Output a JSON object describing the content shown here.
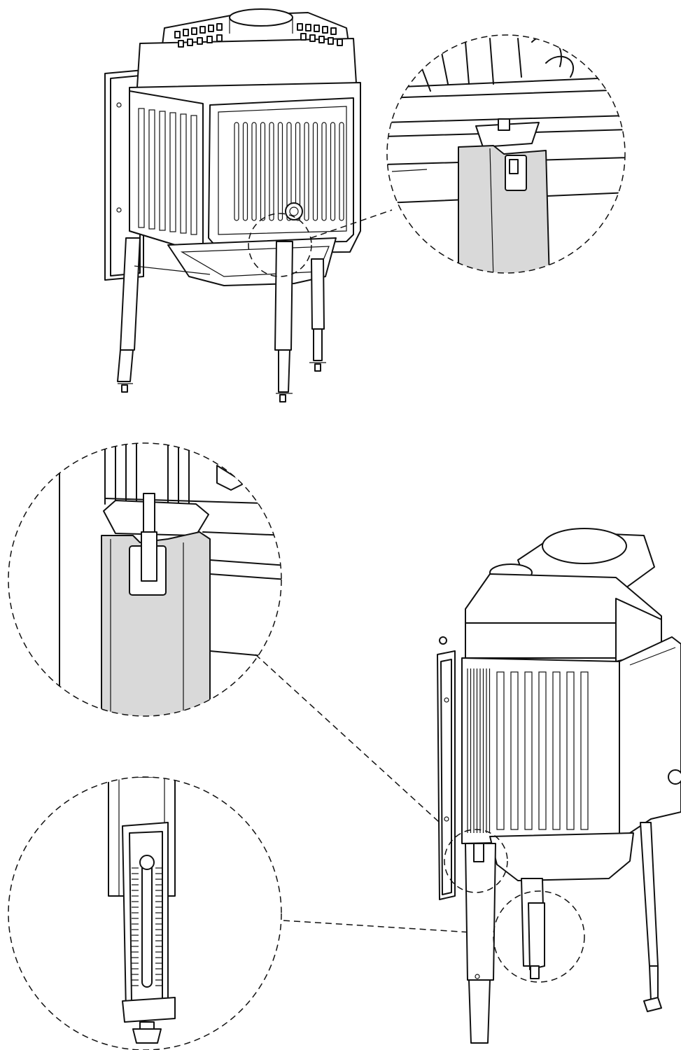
{
  "diagram": {
    "description_free": true,
    "colors": {
      "line": "#111111",
      "leg_highlight": "#d9d9d9",
      "background": "#ffffff"
    },
    "views": [
      {
        "id": "fireplace-front-view",
        "kind": "assembly"
      },
      {
        "id": "detail-top-bracket",
        "kind": "magnified-detail"
      },
      {
        "id": "detail-side-bracket",
        "kind": "magnified-detail"
      },
      {
        "id": "detail-leg-adjuster",
        "kind": "magnified-detail"
      },
      {
        "id": "fireplace-side-view",
        "kind": "assembly"
      }
    ]
  }
}
